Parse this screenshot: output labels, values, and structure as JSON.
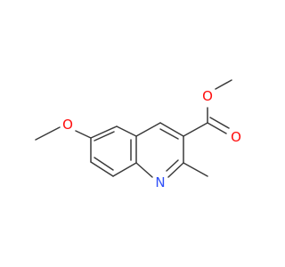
{
  "molecule": {
    "atoms": {
      "ring_nitrogen": "N",
      "methoxy_oxygen": "O",
      "ester_single_oxygen": "O",
      "carbonyl_oxygen": "O"
    },
    "colors": {
      "bond": "#3a3a3a",
      "oxygen": "#ff0d0d",
      "nitrogen": "#3050f8",
      "background": "#ffffff"
    }
  }
}
